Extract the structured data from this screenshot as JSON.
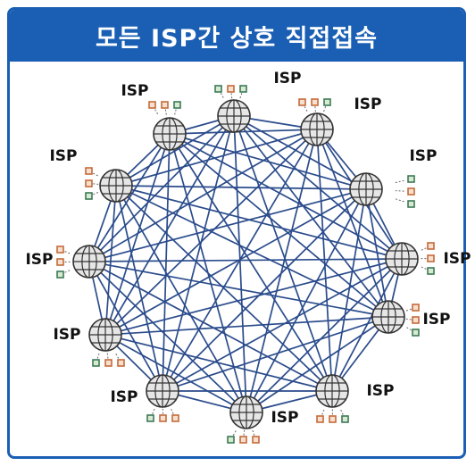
{
  "title": "모든 ISP간 상호 직접접속",
  "colors": {
    "frame": "#1a5fb4",
    "header_bg": "#1a5fb4",
    "header_text": "#ffffff",
    "link_line": "#2b4c8c",
    "globe_fill": "#e6e6e6",
    "globe_stroke": "#333333"
  },
  "nodes": [
    {
      "id": "n1",
      "label": "ISP",
      "icon": "globe-icon",
      "host_icons": [
        "green",
        "orange",
        "green"
      ]
    },
    {
      "id": "n2",
      "label": "ISP",
      "icon": "globe-icon",
      "host_icons": [
        "orange",
        "orange",
        "green"
      ]
    },
    {
      "id": "n3",
      "label": "ISP",
      "icon": "globe-icon",
      "host_icons": [
        "green",
        "orange",
        "green"
      ]
    },
    {
      "id": "n4",
      "label": "ISP",
      "icon": "globe-icon",
      "host_icons": [
        "orange",
        "orange",
        "green"
      ]
    },
    {
      "id": "n5",
      "label": "ISP",
      "icon": "globe-icon",
      "host_icons": [
        "orange",
        "orange",
        "green"
      ]
    },
    {
      "id": "n6",
      "label": "ISP",
      "icon": "globe-icon",
      "host_icons": [
        "orange",
        "orange",
        "green"
      ]
    },
    {
      "id": "n7",
      "label": "ISP",
      "icon": "globe-icon",
      "host_icons": [
        "green",
        "orange",
        "orange"
      ]
    },
    {
      "id": "n8",
      "label": "ISP",
      "icon": "globe-icon",
      "host_icons": [
        "green",
        "orange",
        "orange"
      ]
    },
    {
      "id": "n9",
      "label": "ISP",
      "icon": "globe-icon",
      "host_icons": [
        "green",
        "orange",
        "orange"
      ]
    },
    {
      "id": "n10",
      "label": "ISP",
      "icon": "globe-icon",
      "host_icons": [
        "orange",
        "orange",
        "green"
      ]
    },
    {
      "id": "n11",
      "label": "ISP",
      "icon": "globe-icon",
      "host_icons": [
        "orange",
        "orange",
        "green"
      ]
    },
    {
      "id": "n12",
      "label": "ISP",
      "icon": "globe-icon",
      "host_icons": [
        "orange",
        "orange",
        "green"
      ]
    }
  ],
  "links": "full-mesh"
}
